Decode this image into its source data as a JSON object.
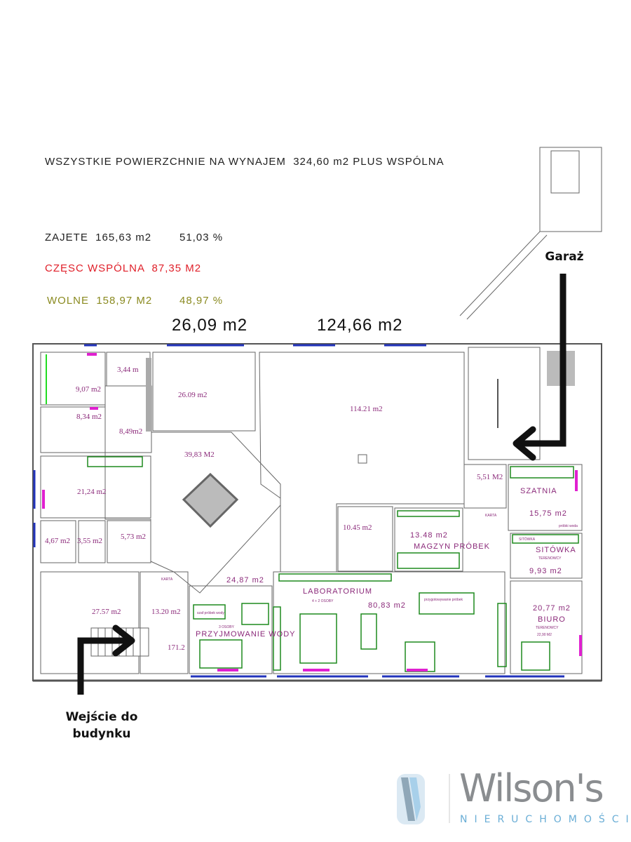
{
  "header": {
    "title": "WSZYSTKIE POWIERZCHNIE NA WYNAJEM  324,60 m2 PLUS WSPÓLNA",
    "occupied": {
      "label": "ZAJETE  165,63 m2",
      "percent": "51,03 %"
    },
    "common": {
      "label": "CZĘSC WSPÓLNA  87,35 M2"
    },
    "free": {
      "label": "WOLNE  158,97 M2",
      "percent": "48,97 %"
    },
    "area_a": "26,09 m2",
    "area_b": "124,66 m2"
  },
  "colors": {
    "occupied": "#222222",
    "common": "#e0202a",
    "free": "#8a8a20",
    "room_label": "#8b2a7a",
    "furniture": "#1e8a1e"
  },
  "rooms": {
    "wc_a": "9,07 m2",
    "wc_b": "3,44 m",
    "wc_c": "8,34 m2",
    "corridor": "8,49m2",
    "office_26": "26.09 m2",
    "hall_open": "114.21 m2",
    "central": "39,83 M2",
    "kitchen": "21,24 m2",
    "store_a": "4,67 m2",
    "store_b": "3,55 m2",
    "tech": "5,73 m2",
    "stair_hall": "27.57 m2",
    "entry": "13.20 m2",
    "level_mark": "171.2",
    "karta_1": "KARTA",
    "reception_area": "24,87 m2",
    "reception_people": "3 OSOBY",
    "reception_name": "PRZYJMOWANIE WODY",
    "reception_shelf": "szaf próbek wody",
    "small_office": "10.45 m2",
    "sample_store_area": "13.48 m2",
    "sample_store_name": "MAGZYN PRÓBEK",
    "lab_name": "LABORATORIUM",
    "lab_people": "4 + 2 OSOBY",
    "lab_area": "80,83 m2",
    "lab_prep": "przygotowywanie próbek",
    "lab_karta": "KARTA",
    "lockers_area": "5,51 M2",
    "cloak_name": "SZATNIA",
    "cloak_area": "15,75 m2",
    "cloak_note": "próbki woda",
    "sieve_name": "SITÓWKA",
    "sieve_sub": "TERENOWCY",
    "sieve_area": "9,93 m2",
    "sieve_shelf": "SITÓWKA",
    "office_area": "20,77 m2",
    "office_name": "BIURO",
    "office_sub": "TERENOWCY",
    "office_note": "22,90 M2"
  },
  "annotations": {
    "garage": "Garaż",
    "entrance": "Wejście do budynku"
  },
  "logo": {
    "word": "Wilson's",
    "sub": "NIERUCHOMOŚCI"
  }
}
